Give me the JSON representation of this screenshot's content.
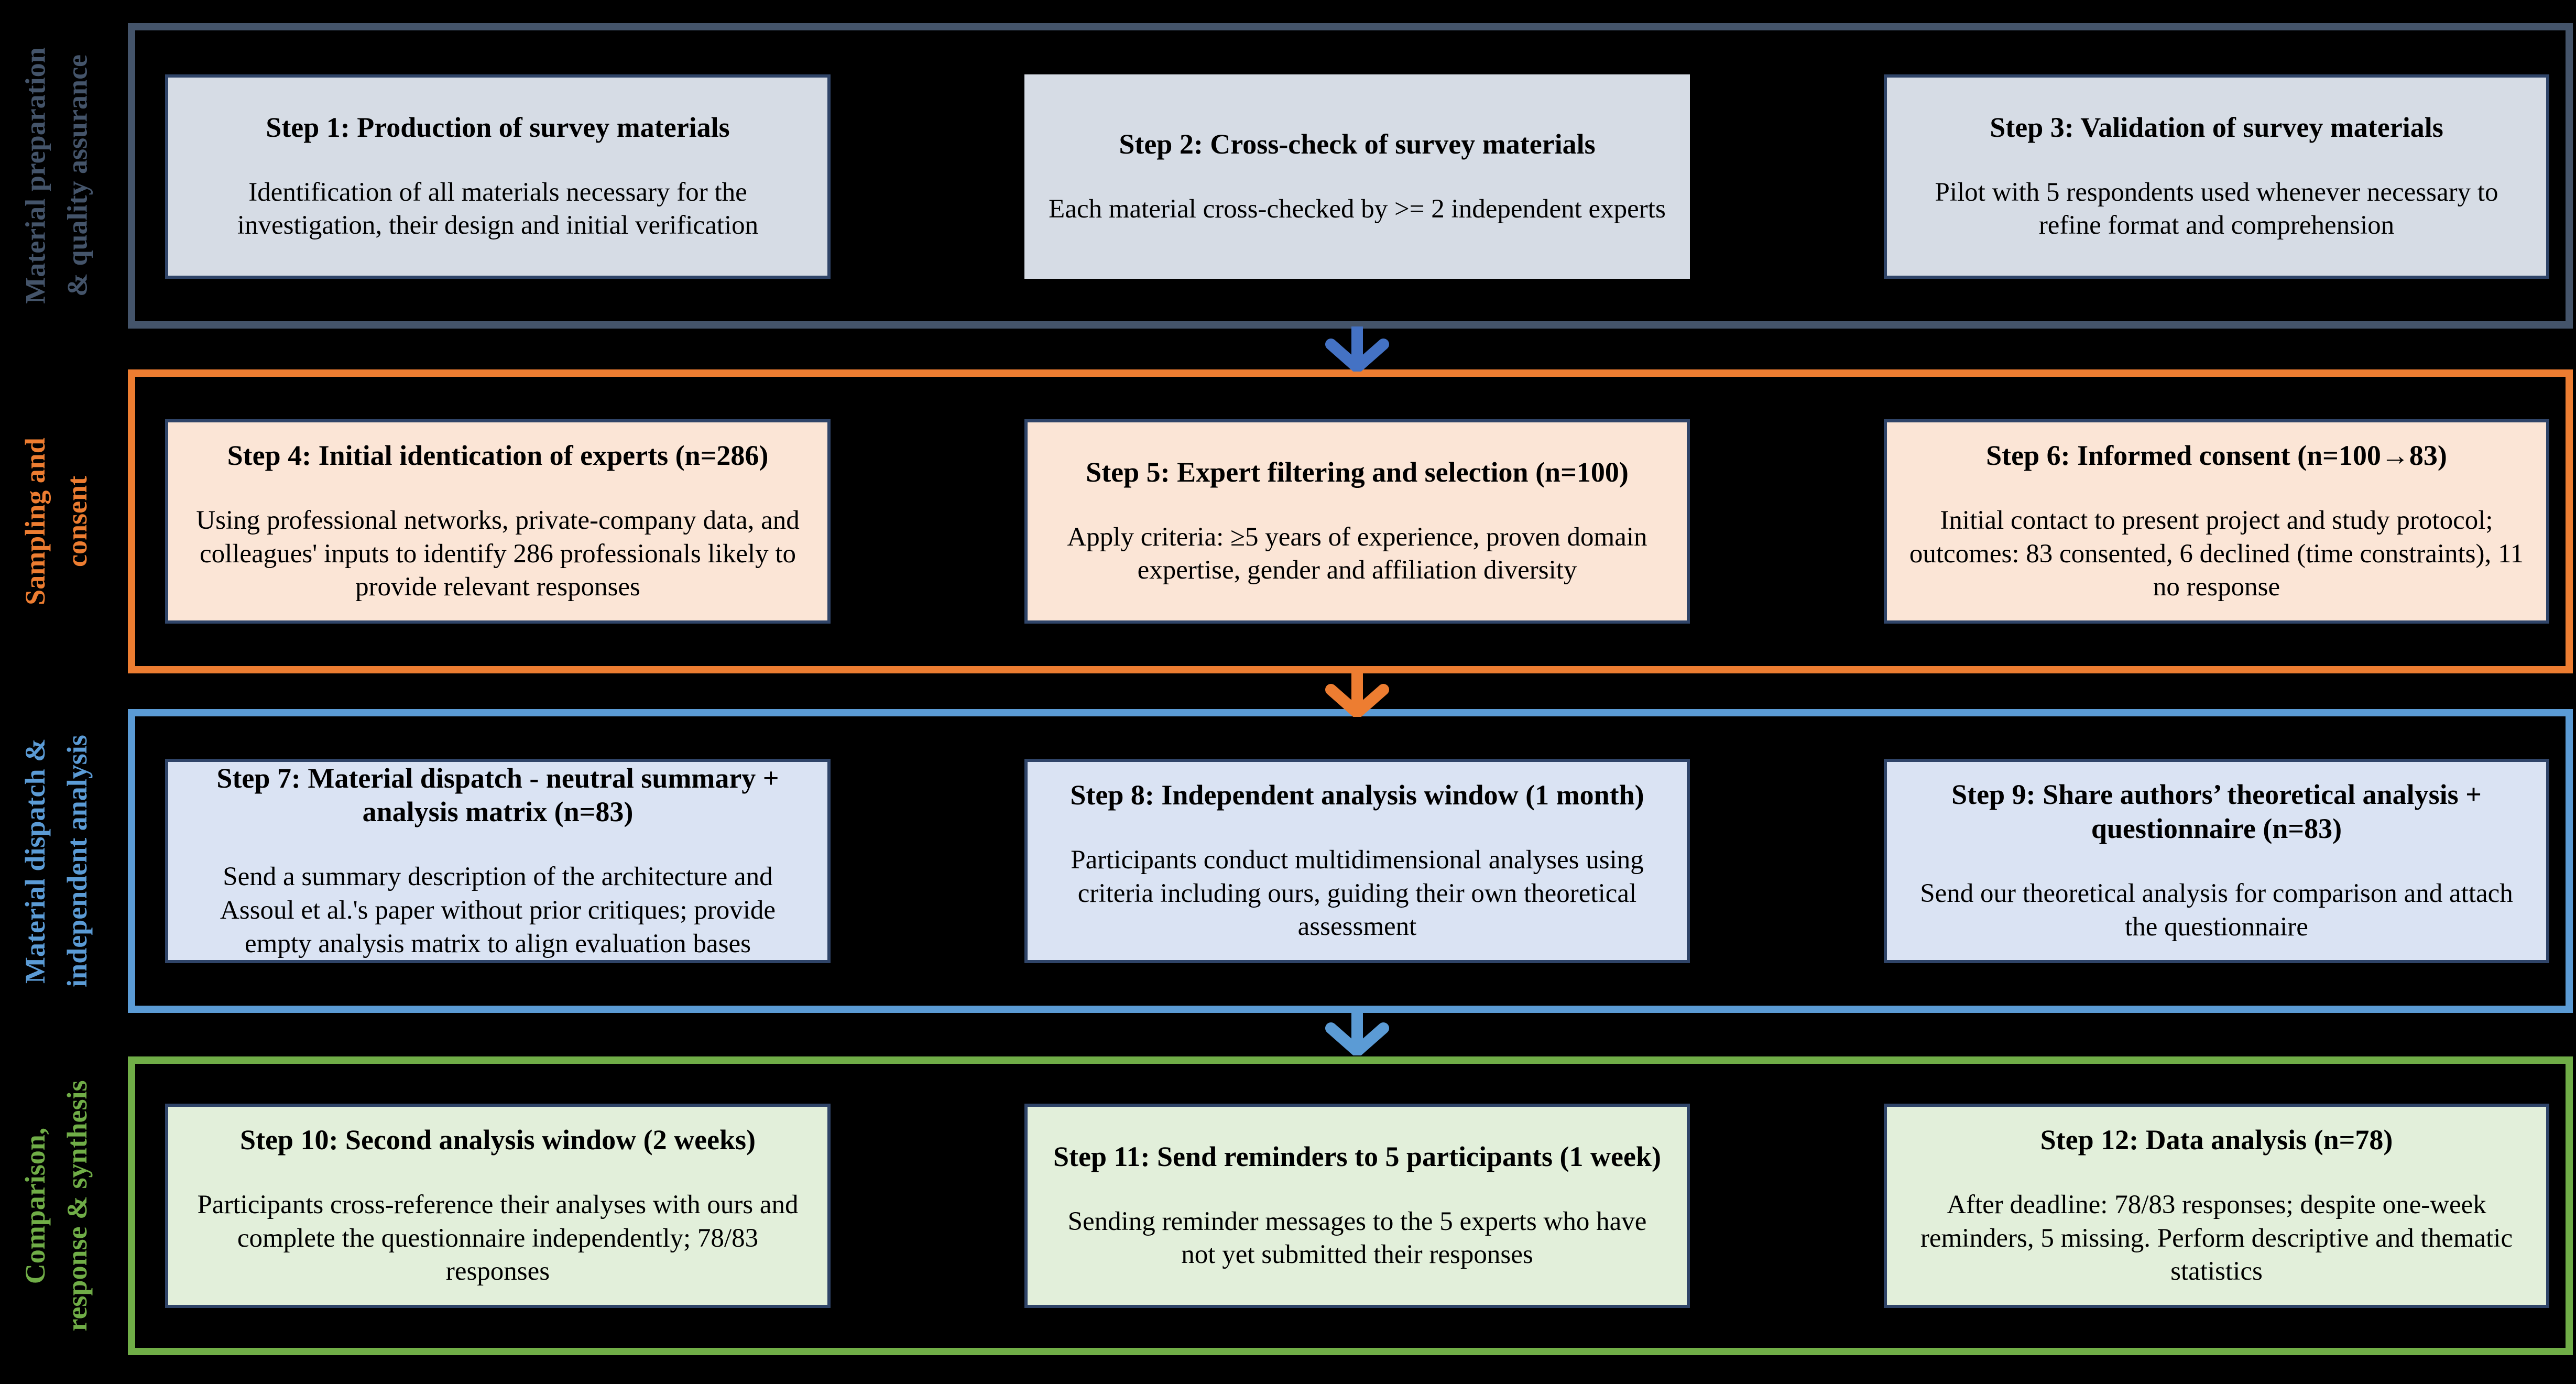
{
  "diagram": {
    "background_color": "#000000",
    "step_box_border_color": "#2F4468",
    "rows": [
      {
        "label": {
          "line1": "Material preparation",
          "line2": "& quality assurance"
        },
        "accent_color": "#44546A",
        "box_fill": "#D6DCE5",
        "steps": [
          {
            "title": "Step 1: Production of survey materials",
            "body": "Identification of all materials necessary for the investigation, their design and initial verification"
          },
          {
            "title": "Step 2: Cross-check of survey materials",
            "body": "Each material cross-checked by >= 2 independent experts"
          },
          {
            "title": "Step 3: Validation of survey materials",
            "body": "Pilot with 5 respondents used whenever necessary to refine format and comprehension"
          }
        ]
      },
      {
        "label": {
          "line1": "Sampling and",
          "line2": "consent"
        },
        "accent_color": "#ED7D31",
        "box_fill": "#FBE5D6",
        "steps": [
          {
            "title": "Step 4: Initial identication of experts (n=286)",
            "body": "Using professional networks, private-company data, and colleagues' inputs to identify 286 professionals likely to provide relevant responses"
          },
          {
            "title": "Step 5: Expert filtering and selection (n=100)",
            "body": "Apply criteria: ≥5 years of experience, proven domain expertise, gender and affiliation diversity"
          },
          {
            "title": "Step 6: Informed consent (n=100→83)",
            "body": "Initial contact to present project and study protocol; outcomes: 83 consented, 6 declined (time constraints), 11 no response"
          }
        ]
      },
      {
        "label": {
          "line1": "Material dispatch &",
          "line2": "independent analysis"
        },
        "accent_color": "#5B9BD5",
        "box_fill": "#DAE3F3",
        "steps": [
          {
            "title": "Step 7: Material dispatch - neutral summary + analysis matrix (n=83)",
            "body": "Send a summary description of the architecture and Assoul et al.'s paper without prior critiques; provide empty analysis matrix to align evaluation bases"
          },
          {
            "title": "Step 8: Independent analysis window (1 month)",
            "body": "Participants conduct multidimensional analyses using criteria including ours, guiding their own theoretical assessment"
          },
          {
            "title": "Step 9: Share authors’ theoretical analysis + questionnaire (n=83)",
            "body": "Send our theoretical analysis for comparison and attach the questionnaire"
          }
        ]
      },
      {
        "label": {
          "line1": "Comparison,",
          "line2": "response & synthesis"
        },
        "accent_color": "#70AD47",
        "box_fill": "#E2EFDA",
        "steps": [
          {
            "title": "Step 10: Second analysis window (2 weeks)",
            "body": "Participants cross-reference their analyses with ours and complete the questionnaire independently; 78/83 responses"
          },
          {
            "title": "Step 11: Send reminders to 5 participants (1 week)",
            "body": "Sending reminder messages to the 5 experts who have not yet submitted their responses"
          },
          {
            "title": "Step 12: Data analysis (n=78)",
            "body": "After deadline: 78/83 responses; despite one-week reminders, 5 missing. Perform descriptive and thematic statistics"
          }
        ]
      }
    ],
    "arrows": [
      {
        "between": "phase-1-to-phase-2",
        "direction": "down",
        "color": "#4472C4"
      },
      {
        "between": "phase-2-to-phase-3",
        "direction": "down",
        "color": "#ED7D31"
      },
      {
        "between": "phase-3-to-phase-4",
        "direction": "down",
        "color": "#5B9BD5"
      }
    ]
  }
}
